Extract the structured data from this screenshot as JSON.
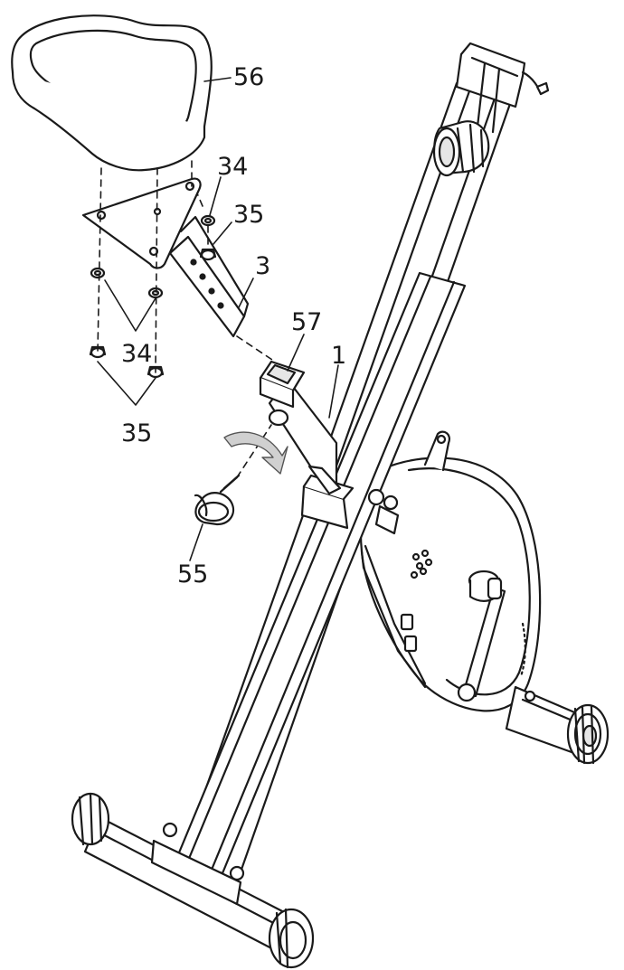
{
  "labels": {
    "seat": "56",
    "washer_upper": "34",
    "nut_upper": "35",
    "seat_post": "3",
    "sleeve": "57",
    "frame": "1",
    "washer_lower": "34",
    "nut_lower": "35",
    "knob": "55"
  },
  "colors": {
    "line": "#1a1a1a",
    "fill": "#ffffff",
    "shade": "#e6e6e6"
  }
}
